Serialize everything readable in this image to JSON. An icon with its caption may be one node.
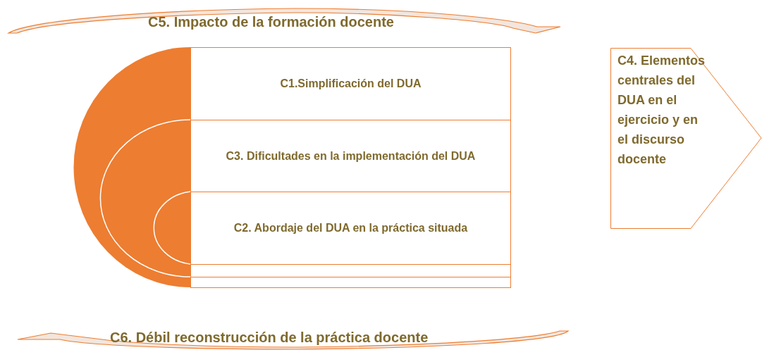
{
  "diagram": {
    "nodes": [
      {
        "text": [
          "C1.Simplificación del DUA"
        ]
      },
      {
        "text": [
          "C3. Dificultades en la implementación del DUA"
        ]
      },
      {
        "text": [
          "C2. Abordaje del DUA en la práctica situada"
        ]
      },
      {
        "text": [],
        "shape": "bar"
      },
      {
        "text": [],
        "shape": "bar"
      },
      {
        "text": [
          "C4. Elementos centrales del DUA en el ejercicio y en el discurso docente"
        ]
      }
    ],
    "edges": [],
    "labels": [
      "C5. Impacto de la formación docente",
      "C6. Débil reconstrucción de la práctica docente"
    ]
  }
}
